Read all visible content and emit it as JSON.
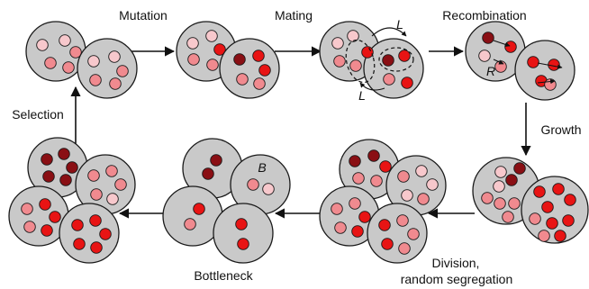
{
  "labels": {
    "mutation": "Mutation",
    "mating": "Mating",
    "recombination": "Recombination",
    "growth": "Growth",
    "division_line1": "Division,",
    "division_line2": "random segregation",
    "bottleneck": "Bottleneck",
    "selection": "Selection",
    "L_top": "L",
    "L_bottom": "L",
    "R": "R",
    "B": "B"
  },
  "colors": {
    "cell_fill": "#c9c9c9",
    "outline": "#1a1a1a",
    "pink_light": "#f7c8cc",
    "pink": "#f08a8f",
    "red": "#e81414",
    "dark_red": "#8a0f14"
  }
}
